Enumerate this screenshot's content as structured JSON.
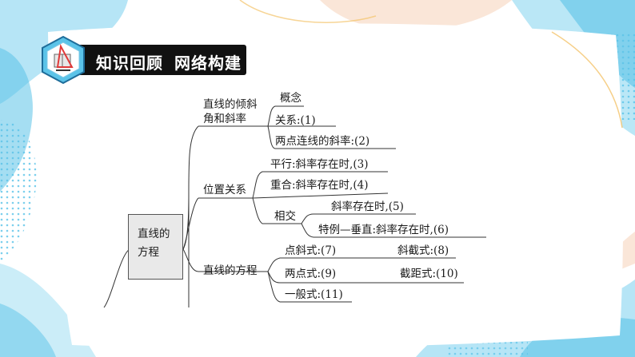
{
  "header": {
    "title_part1": "知识回顾",
    "title_part2": "网络构建",
    "logo_icon": "triangle-book-icon"
  },
  "diagram": {
    "root": {
      "line1": "直线的",
      "line2": "方程"
    },
    "branch_angle": {
      "line1": "直线的倾斜",
      "line2": "角和斜率",
      "items": [
        "概念",
        "关系:(1)",
        "两点连线的斜率:(2)"
      ]
    },
    "branch_position": {
      "label": "位置关系",
      "items": [
        "平行:斜率存在时,(3)",
        "重合:斜率存在时,(4)"
      ],
      "intersect": {
        "label": "相交",
        "items": [
          "斜率存在时,(5)",
          "特例—垂直:斜率存在时,(6)"
        ]
      }
    },
    "branch_equation": {
      "label": "直线的方程",
      "items": [
        "点斜式:(7)",
        "斜截式:(8)",
        "两点式:(9)",
        "截距式:(10)",
        "一般式:(11)"
      ]
    }
  },
  "colors": {
    "accent_blue": "#5bc3e8",
    "light_blue": "#a9e1f4",
    "peach": "#f8dcc8",
    "header_bar": "#111111",
    "root_box_fill": "#e9e9e9"
  }
}
